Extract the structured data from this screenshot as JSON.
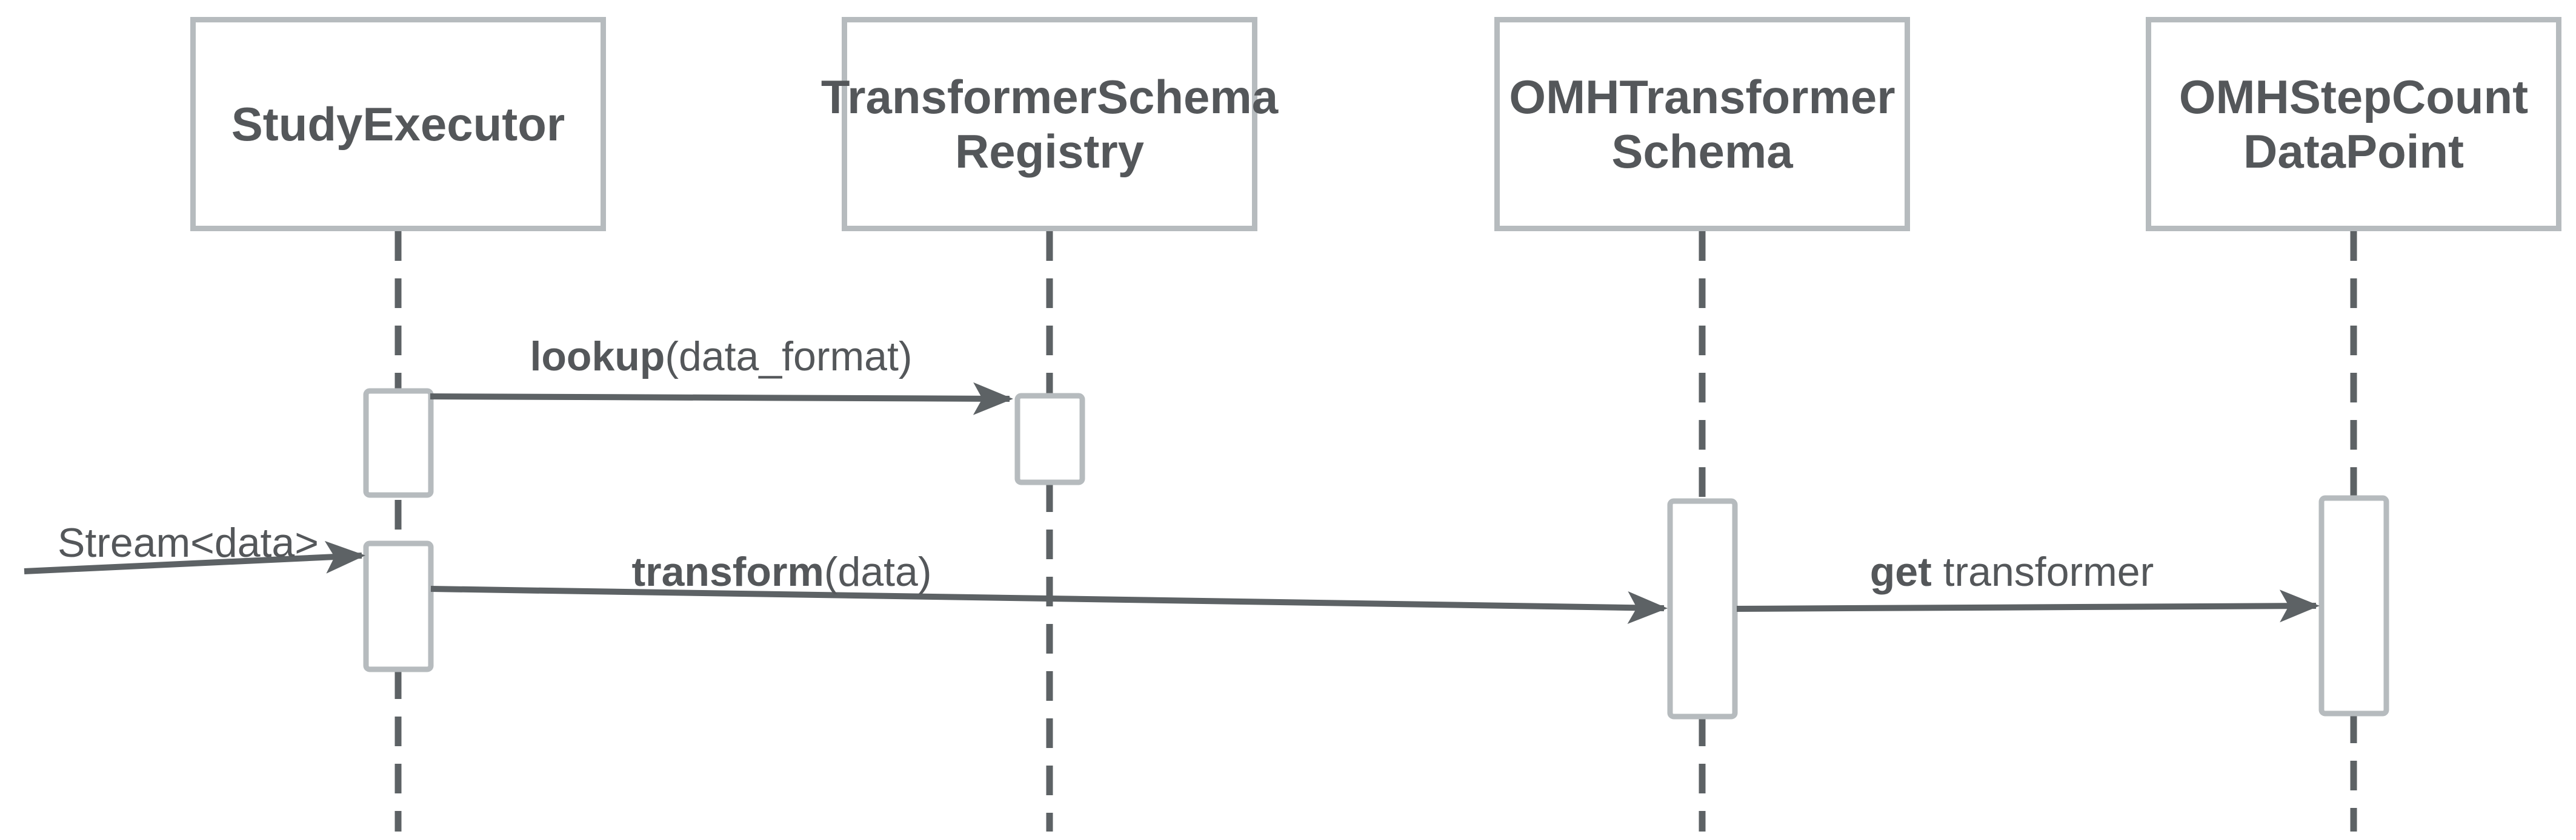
{
  "diagram": {
    "type": "uml-sequence-diagram",
    "colors": {
      "box_border_gray": "#b6bbbe",
      "line_dark_gray": "#5d6265",
      "text_dark_gray": "#54575a",
      "background": "#ffffff"
    },
    "participants": [
      {
        "id": "study-executor",
        "label_lines": [
          "StudyExecutor"
        ]
      },
      {
        "id": "transformer-schema-registry",
        "label_lines": [
          "TransformerSchema",
          "Registry"
        ]
      },
      {
        "id": "omh-transformer-schema",
        "label_lines": [
          "OMHTransformer",
          "Schema"
        ]
      },
      {
        "id": "omh-step-count-data-point",
        "label_lines": [
          "OMHStepCount",
          "DataPoint"
        ]
      }
    ],
    "messages": [
      {
        "id": "lookup",
        "keyword": "lookup",
        "rest": "(data_format)",
        "from": "study-executor",
        "to": "transformer-schema-registry"
      },
      {
        "id": "stream-data",
        "keyword": "",
        "rest": "Stream<data>",
        "from": "external",
        "to": "study-executor"
      },
      {
        "id": "transform",
        "keyword": "transform",
        "rest": "(data)",
        "from": "study-executor",
        "to": "omh-transformer-schema"
      },
      {
        "id": "get-transformer",
        "keyword": "get",
        "rest": " transformer",
        "from": "omh-transformer-schema",
        "to": "omh-step-count-data-point"
      }
    ]
  }
}
